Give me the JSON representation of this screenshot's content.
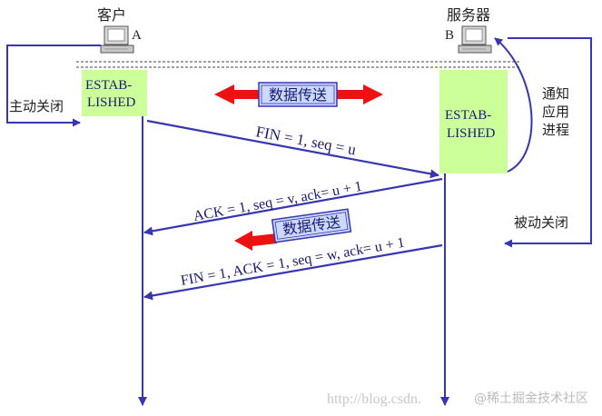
{
  "hosts": {
    "client_title": "客户",
    "client_id": "A",
    "server_title": "服务器",
    "server_id": "B"
  },
  "states": {
    "client_state": "ESTAB-\nLISHED",
    "server_state": "ESTAB-\nLISHED"
  },
  "side_labels": {
    "active_close": "主动关闭",
    "notify_app": "通知\n应用\n进程",
    "passive_close": "被动关闭"
  },
  "data_transfer": {
    "top": "数据传送",
    "mid": "数据传送"
  },
  "segments": {
    "fin1": "FIN = 1, seq = u",
    "ack1": "ACK = 1, seq = v, ack= u + 1",
    "fin2": "FIN = 1, ACK = 1, seq = w, ack= u + 1"
  },
  "watermark": {
    "url": "http://blog.csdn.",
    "brand": "@稀土掘金技术社区"
  },
  "colors": {
    "line_blue": "#3636b0",
    "state_green": "#ccff99",
    "arrow_red": "#ee1111",
    "label_box_fill": "#ccd8ff"
  }
}
